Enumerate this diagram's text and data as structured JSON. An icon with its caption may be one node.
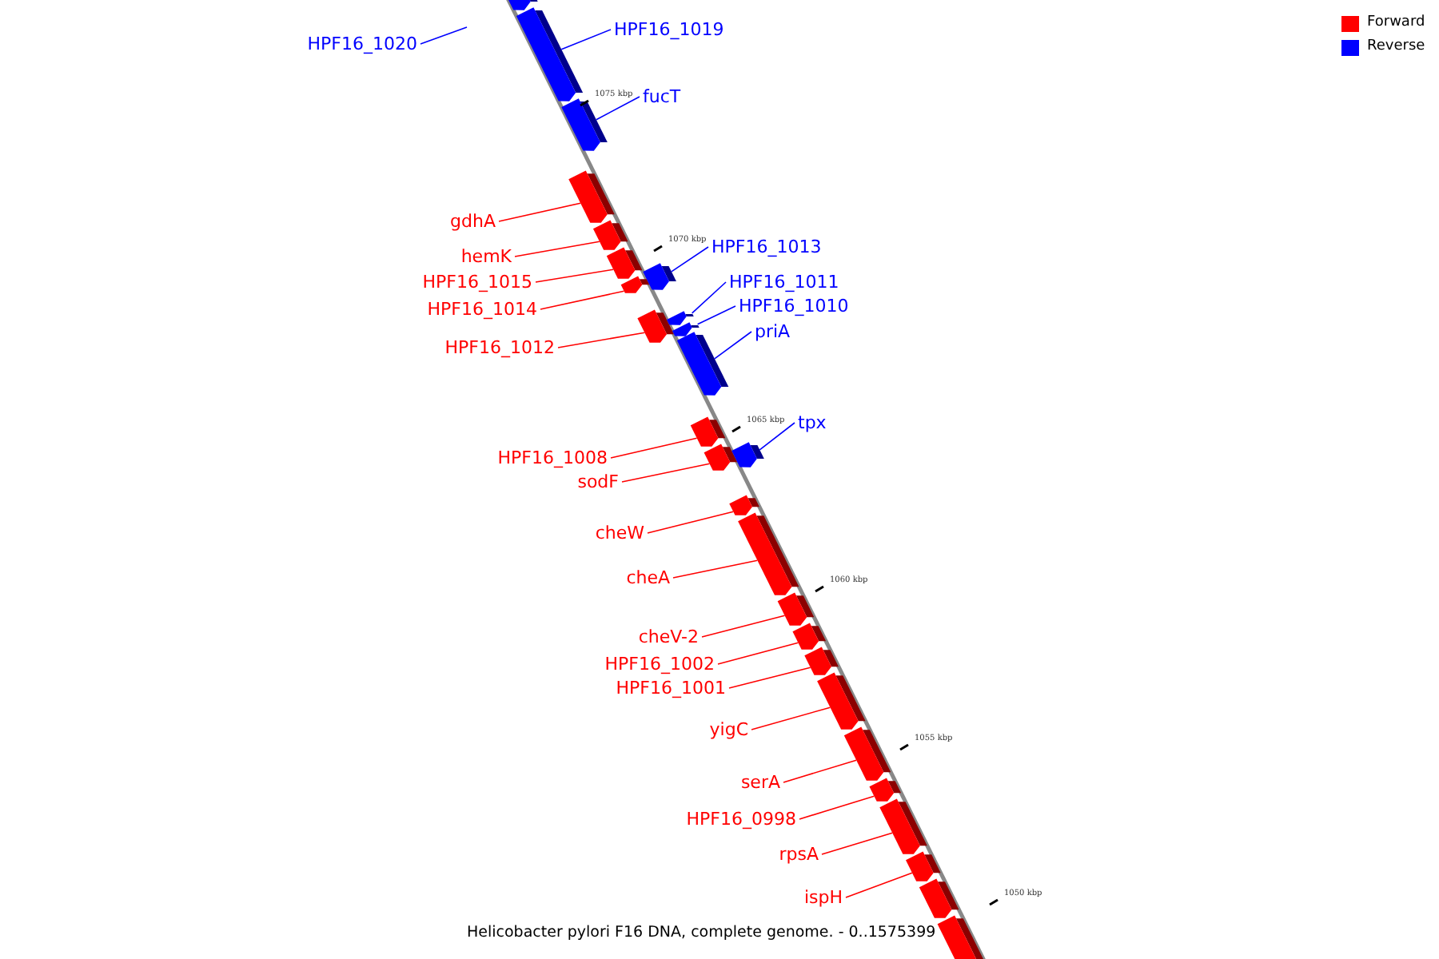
{
  "diagram": {
    "caption": "Helicobacter pylori F16 DNA, complete genome. - 0..1575399",
    "nodes": [
      {
        "text": [
          "HPF16_1019"
        ]
      },
      {
        "text": [
          "HPF16_1020"
        ]
      },
      {
        "text": [
          "fucT"
        ]
      },
      {
        "text": [
          "gdhA"
        ]
      },
      {
        "text": [
          "HPF16_1013"
        ]
      },
      {
        "text": [
          "hemK"
        ]
      },
      {
        "text": [
          "HPF16_1011"
        ]
      },
      {
        "text": [
          "HPF16_1015"
        ]
      },
      {
        "text": [
          "HPF16_1010"
        ]
      },
      {
        "text": [
          "HPF16_1014"
        ]
      },
      {
        "text": [
          "priA"
        ]
      },
      {
        "text": [
          "HPF16_1012"
        ]
      },
      {
        "text": [
          "tpx"
        ]
      },
      {
        "text": [
          "HPF16_1008"
        ]
      },
      {
        "text": [
          "sodF"
        ]
      },
      {
        "text": [
          "cheW"
        ]
      },
      {
        "text": [
          "cheA"
        ]
      },
      {
        "text": [
          "cheV-2"
        ]
      },
      {
        "text": [
          "HPF16_1002"
        ]
      },
      {
        "text": [
          "HPF16_1001"
        ]
      },
      {
        "text": [
          "yigC"
        ]
      },
      {
        "text": [
          "serA"
        ]
      },
      {
        "text": [
          "HPF16_0998"
        ]
      },
      {
        "text": [
          "rpsA"
        ]
      },
      {
        "text": [
          "ispH"
        ]
      },
      {
        "text": [],
        "shape": "bar"
      },
      {
        "text": [],
        "shape": "bar"
      },
      {
        "text": [],
        "shape": "bar"
      },
      {
        "text": [],
        "shape": "bar"
      },
      {
        "text": [],
        "shape": "bar"
      },
      {
        "text": [],
        "shape": "bar"
      },
      {
        "text": [],
        "shape": "bar"
      },
      {
        "text": [],
        "shape": "bar"
      },
      {
        "text": [],
        "shape": "bar"
      },
      {
        "text": [],
        "shape": "bar"
      },
      {
        "text": [],
        "shape": "bar"
      },
      {
        "text": [],
        "shape": "bar"
      },
      {
        "text": [],
        "shape": "bar"
      },
      {
        "text": [],
        "shape": "bar"
      },
      {
        "text": [],
        "shape": "bar"
      },
      {
        "text": [],
        "shape": "bar"
      },
      {
        "text": [],
        "shape": "bar"
      },
      {
        "text": [],
        "shape": "bar"
      },
      {
        "text": [],
        "shape": "bar"
      },
      {
        "text": [],
        "shape": "bar"
      },
      {
        "text": [],
        "shape": "bar"
      },
      {
        "text": [],
        "shape": "bar"
      },
      {
        "text": [],
        "shape": "bar"
      },
      {
        "text": [],
        "shape": "bar"
      },
      {
        "text": [],
        "shape": "bar"
      },
      {
        "text": [],
        "shape": "bar"
      },
      {
        "text": [],
        "shape": "bar"
      }
    ],
    "edges": [
      {
        "from": 0,
        "to": 26,
        "arrow": "none",
        "color": "#0000ff"
      },
      {
        "from": 1,
        "to": null,
        "arrow": "none",
        "color": "#0000ff"
      },
      {
        "from": 2,
        "to": 27,
        "arrow": "none",
        "color": "#0000ff"
      },
      {
        "from": 3,
        "to": 28,
        "arrow": "none"
      },
      {
        "from": 4,
        "to": 32,
        "arrow": "none",
        "color": "#0000ff"
      },
      {
        "from": 5,
        "to": 29,
        "arrow": "none"
      },
      {
        "from": 6,
        "to": 34,
        "arrow": "none",
        "color": "#0000ff"
      },
      {
        "from": 7,
        "to": 30,
        "arrow": "none"
      },
      {
        "from": 8,
        "to": 35,
        "arrow": "none",
        "color": "#0000ff"
      },
      {
        "from": 9,
        "to": 31,
        "arrow": "none"
      },
      {
        "from": 10,
        "to": 36,
        "arrow": "none",
        "color": "#0000ff"
      },
      {
        "from": 11,
        "to": 33,
        "arrow": "none"
      },
      {
        "from": 12,
        "to": 39,
        "arrow": "none",
        "color": "#0000ff"
      },
      {
        "from": 13,
        "to": 37,
        "arrow": "none"
      },
      {
        "from": 14,
        "to": 38,
        "arrow": "none"
      },
      {
        "from": 15,
        "to": 40,
        "arrow": "none"
      },
      {
        "from": 16,
        "to": 41,
        "arrow": "none"
      },
      {
        "from": 17,
        "to": 42,
        "arrow": "none"
      },
      {
        "from": 18,
        "to": 43,
        "arrow": "none"
      },
      {
        "from": 19,
        "to": 44,
        "arrow": "none"
      },
      {
        "from": 20,
        "to": 45,
        "arrow": "none"
      },
      {
        "from": 21,
        "to": 46,
        "arrow": "none"
      },
      {
        "from": 22,
        "to": 47,
        "arrow": "none"
      },
      {
        "from": 23,
        "to": 48,
        "arrow": "none"
      },
      {
        "from": 24,
        "to": 49,
        "arrow": "none"
      }
    ],
    "labels": [
      "1075 kbp",
      "1070 kbp",
      "1065 kbp",
      "1060 kbp",
      "1055 kbp",
      "1050 kbp"
    ],
    "legend": [
      {
        "text": "Forward",
        "color": "#ff0000"
      },
      {
        "text": "Reverse",
        "color": "#0000ff"
      }
    ]
  }
}
